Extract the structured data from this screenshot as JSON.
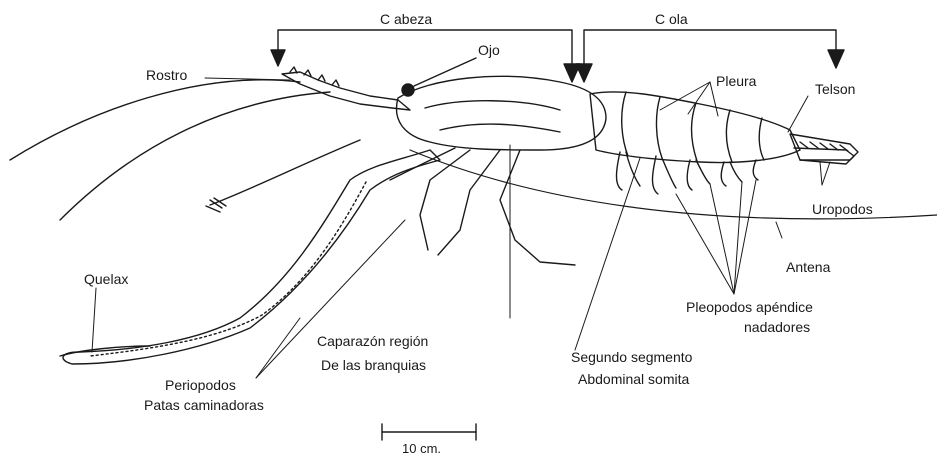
{
  "labels": {
    "cabeza": "C abeza",
    "cola": "C ola",
    "ojo": "Ojo",
    "rostro": "Rostro",
    "pleura": "Pleura",
    "telson": "Telson",
    "uropodos": "Uropodos",
    "antena": "Antena",
    "quelax": "Quelax",
    "pleopodos_1": "Pleopodos apéndice",
    "pleopodos_2": "nadadores",
    "caparazon_1": "Caparazón región",
    "caparazon_2": "De las branquias",
    "segundo_1": "Segundo segmento",
    "segundo_2": "Abdominal somita",
    "pereiopodos_1": "Periopodos",
    "pereiopodos_2": "Patas caminadoras",
    "scale": "10 cm."
  },
  "colors": {
    "ink": "#1a1a1a",
    "background": "#ffffff"
  }
}
